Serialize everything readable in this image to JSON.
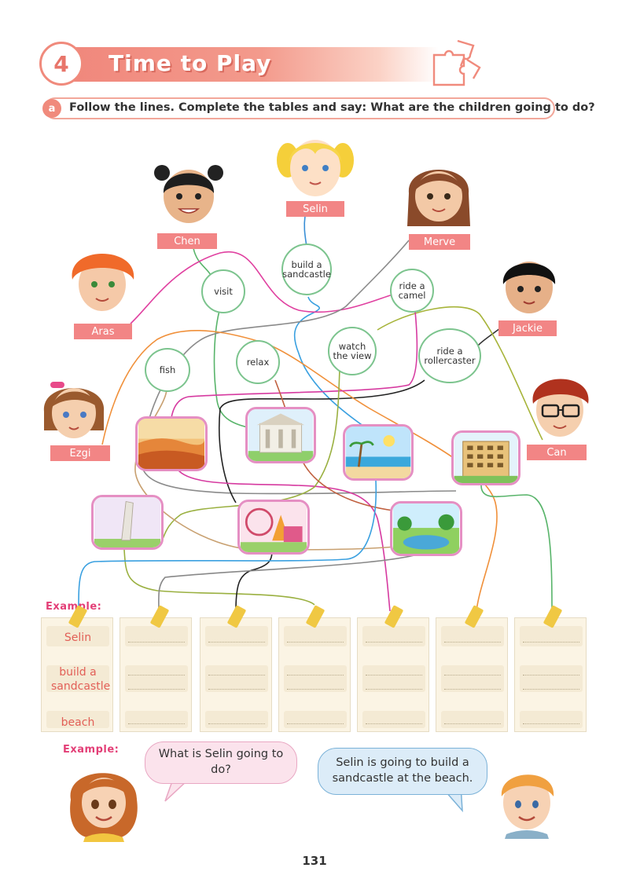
{
  "header": {
    "number": "4",
    "title": "Time to Play"
  },
  "instruction": {
    "letter": "a",
    "text": "Follow the lines. Complete the tables and say: What are the children going to do?"
  },
  "children": [
    {
      "name": "Selin"
    },
    {
      "name": "Chen"
    },
    {
      "name": "Merve"
    },
    {
      "name": "Aras"
    },
    {
      "name": "Jackie"
    },
    {
      "name": "Ezgi"
    },
    {
      "name": "Can"
    }
  ],
  "activities": {
    "build": "build a sandcastle",
    "visit": "visit",
    "camel": "ride a camel",
    "watch": "watch the view",
    "relax": "relax",
    "fish": "fish",
    "roller": "ride a rollercaster"
  },
  "example_label": "Example:",
  "table_example": {
    "name": "Selin",
    "activity": "build a sandcastle",
    "place": "beach"
  },
  "dialogue": {
    "question": "What is Selin going to do?",
    "answer": "Selin is going to build a sandcastle at the beach."
  },
  "page_number": "131",
  "colors": {
    "accent": "#f08a7c",
    "label": "#f28585",
    "bubble_border": "#7cc48e",
    "example": "#e33f77"
  }
}
